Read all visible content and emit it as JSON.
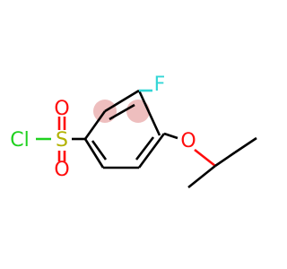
{
  "molecule": {
    "atoms": {
      "cl": "Cl",
      "s": "S",
      "o_top": "O",
      "o_bottom": "O",
      "f": "F",
      "o_ether": "O"
    },
    "colors": {
      "bond": "#000000",
      "oxygen": "#ff0d0d",
      "fluorine": "#33d6d6",
      "chlorine": "#1fd11f",
      "sulfur": "#b2b200",
      "highlight": "#e8a8a8"
    }
  }
}
